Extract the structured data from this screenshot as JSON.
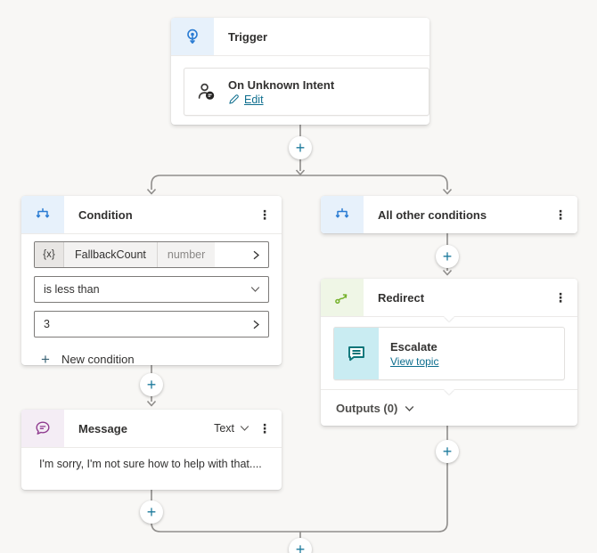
{
  "colors": {
    "canvas_bg": "#f8f7f5",
    "connector": "#8f8d8b",
    "plus_accent": "#1d7a9c",
    "blue_icon": "#2b7cd3",
    "blue_icon_bg": "#e7f1fb",
    "green_icon": "#76b22d",
    "green_icon_bg": "#eff6e6",
    "plum_icon": "#8f3b8f",
    "plum_icon_bg": "#f4edf5",
    "teal_icon": "#0b7478",
    "teal_icon_bg": "#c9ecf2",
    "link": "#0e6e8e"
  },
  "icons": {
    "more_glyph": "⋮",
    "plus_glyph": "+"
  },
  "trigger": {
    "title": "Trigger",
    "item_title": "On Unknown Intent",
    "edit_label": "Edit"
  },
  "condition": {
    "title": "Condition",
    "variable_badge": "{x}",
    "variable_name": "FallbackCount",
    "variable_type": "number",
    "operator": "is less than",
    "value": "3",
    "new_condition_label": "New condition"
  },
  "all_other": {
    "title": "All other conditions"
  },
  "redirect": {
    "title": "Redirect",
    "topic_title": "Escalate",
    "topic_link": "View topic",
    "outputs_label": "Outputs (0)"
  },
  "message": {
    "title": "Message",
    "type_label": "Text",
    "text": "I'm sorry, I'm not sure how to help with that...."
  }
}
